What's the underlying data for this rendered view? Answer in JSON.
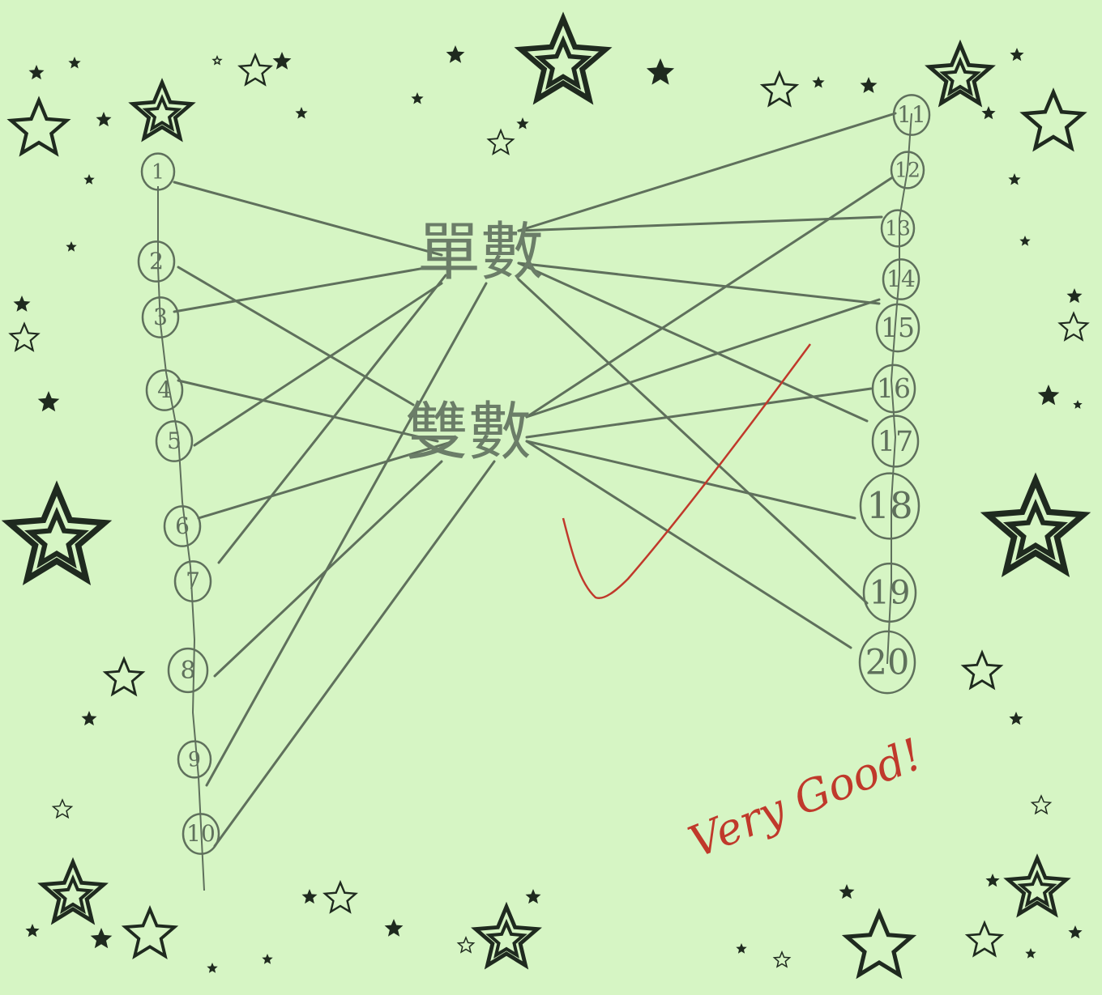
{
  "worksheet": {
    "left_numbers": [
      "1",
      "2",
      "3",
      "4",
      "5",
      "6",
      "7",
      "8",
      "9",
      "10"
    ],
    "right_numbers": [
      "11",
      "12",
      "13",
      "14",
      "15",
      "16",
      "17",
      "18",
      "19",
      "20"
    ],
    "odd_label": "單數",
    "even_label": "雙數",
    "teacher_note": "Very Good!",
    "colors": {
      "background": "#d6f5c4",
      "pencil": "#5f705c",
      "stars": "#1f2a1f",
      "teacher_pen": "#c0392b"
    }
  }
}
